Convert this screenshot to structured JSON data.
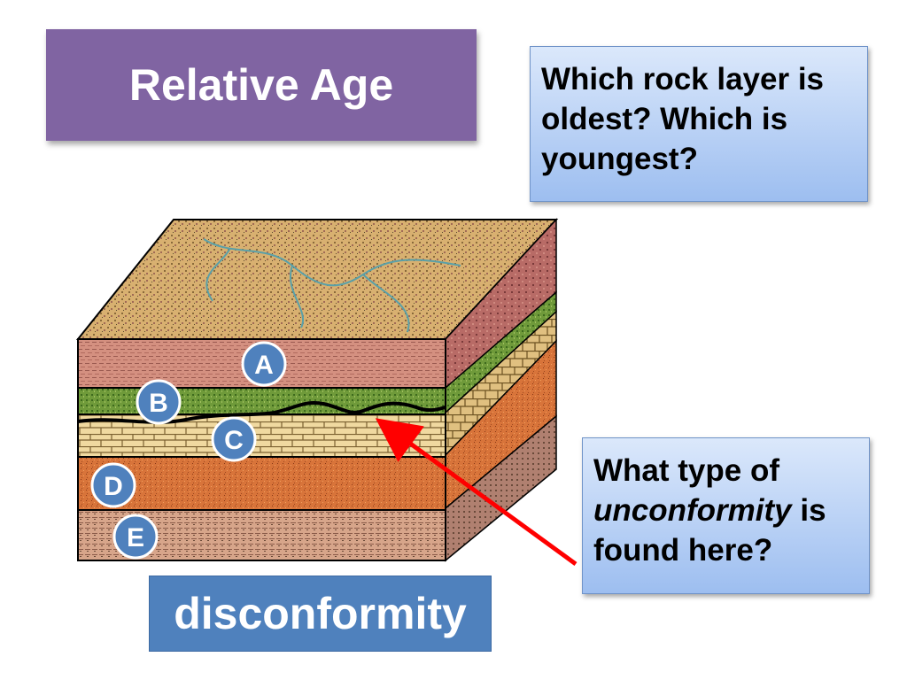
{
  "title": "Relative Age",
  "question_1": "Which rock layer is oldest? Which is youngest?",
  "question_2": {
    "part_1": "What type of",
    "part_2_italic": "unconformity",
    "part_3": "is found here?"
  },
  "answer": "disconformity",
  "layer_labels": [
    "A",
    "B",
    "C",
    "D",
    "E"
  ],
  "colors": {
    "title_bg": "#8064a2",
    "question_bg": "#b8d0f5",
    "answer_bg": "#4f81bd",
    "label_circle": "#4f81bd",
    "arrow": "#ff0000"
  }
}
